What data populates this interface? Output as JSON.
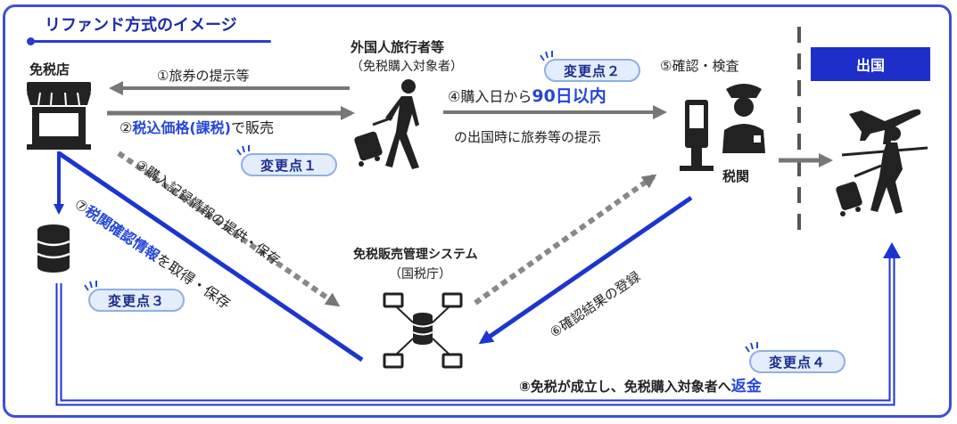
{
  "title": "リファンド方式のイメージ",
  "nodes": {
    "shop": "免税店",
    "traveler": "外国人旅行者等",
    "traveler_sub": "（免税購入対象者）",
    "check": "⑤確認・検査",
    "customs": "税関",
    "exit": "出国",
    "system": "免税販売管理システム",
    "system_sub": "（国税庁）"
  },
  "flows": {
    "f1": "①旅券の提示等",
    "f2_prefix": "②",
    "f2_bold": "税込価格(課税)",
    "f2_suffix": "で販売",
    "f3": "③購入記録情報の提供・保存",
    "f4_prefix": "④購入日から",
    "f4_bold": "90日以内",
    "f4_line2": "の出国時に旅券等の提示",
    "f6": "⑥確認結果の登録",
    "f7_prefix": "⑦",
    "f7_bold": "税関確認情報",
    "f7_suffix": "を取得・保存",
    "f8_prefix": "⑧免税が成立し、免税購入対象者へ",
    "f8_bold": "返金"
  },
  "badges": [
    "変更点２",
    "変更点１",
    "変更点３",
    "変更点４"
  ],
  "colors": {
    "accent": "#2447d8",
    "frame": "#3f4fd2",
    "exit_bg": "#1e2ec8",
    "gray_arrow": "#777777",
    "badge_bg": "#e3edfb"
  },
  "icons": [
    "shop-icon",
    "traveler-icon",
    "kiosk-icon",
    "customs-officer-icon",
    "database-icon",
    "network-icon",
    "airplane-icon",
    "departing-traveler-icon"
  ]
}
